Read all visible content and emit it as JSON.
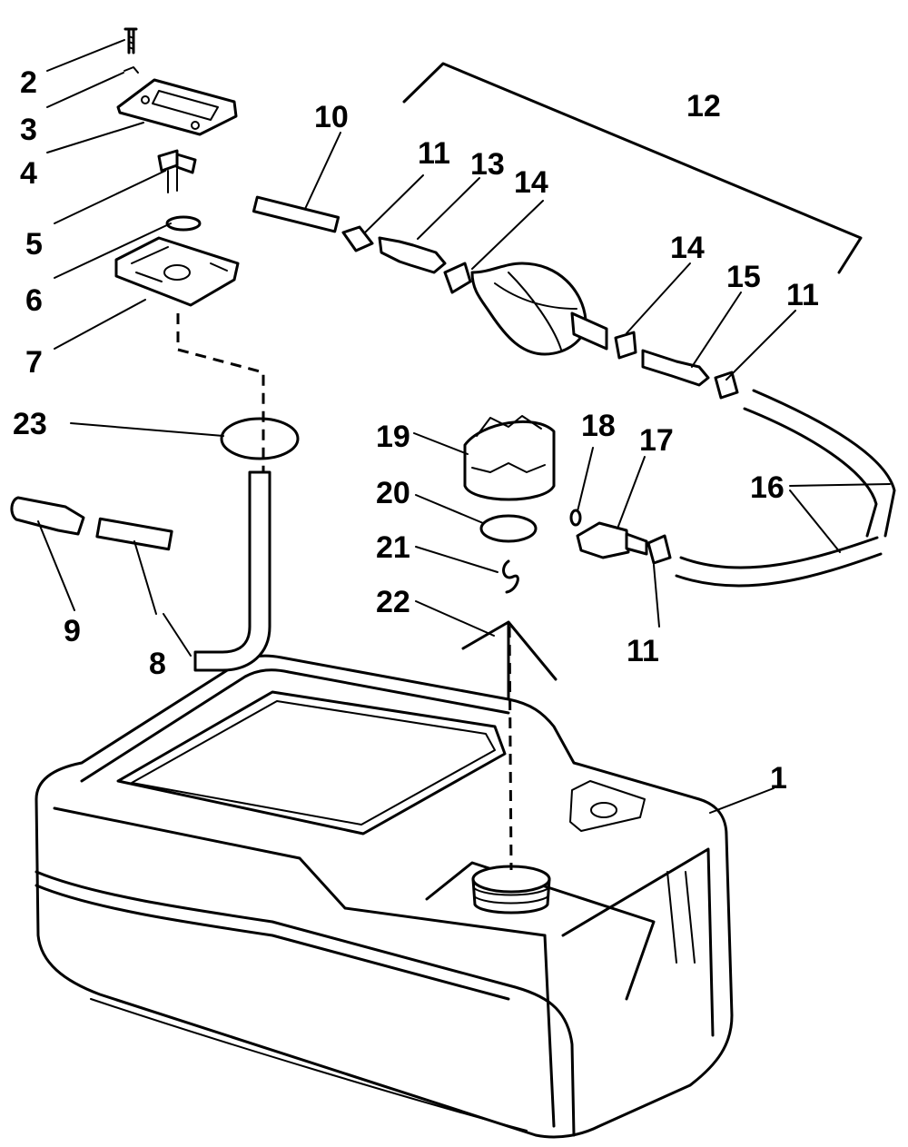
{
  "callouts": [
    {
      "id": "c1",
      "text": "1"
    },
    {
      "id": "c2",
      "text": "2"
    },
    {
      "id": "c3",
      "text": "3"
    },
    {
      "id": "c4",
      "text": "4"
    },
    {
      "id": "c5",
      "text": "5"
    },
    {
      "id": "c6",
      "text": "6"
    },
    {
      "id": "c7",
      "text": "7"
    },
    {
      "id": "c8",
      "text": "8"
    },
    {
      "id": "c9",
      "text": "9"
    },
    {
      "id": "c10",
      "text": "10"
    },
    {
      "id": "c11a",
      "text": "11"
    },
    {
      "id": "c11b",
      "text": "11"
    },
    {
      "id": "c11c",
      "text": "11"
    },
    {
      "id": "c12",
      "text": "12"
    },
    {
      "id": "c13",
      "text": "13"
    },
    {
      "id": "c14a",
      "text": "14"
    },
    {
      "id": "c14b",
      "text": "14"
    },
    {
      "id": "c15",
      "text": "15"
    },
    {
      "id": "c16",
      "text": "16"
    },
    {
      "id": "c17",
      "text": "17"
    },
    {
      "id": "c18",
      "text": "18"
    },
    {
      "id": "c19",
      "text": "19"
    },
    {
      "id": "c20",
      "text": "20"
    },
    {
      "id": "c21",
      "text": "21"
    },
    {
      "id": "c22",
      "text": "22"
    },
    {
      "id": "c23",
      "text": "23"
    }
  ]
}
